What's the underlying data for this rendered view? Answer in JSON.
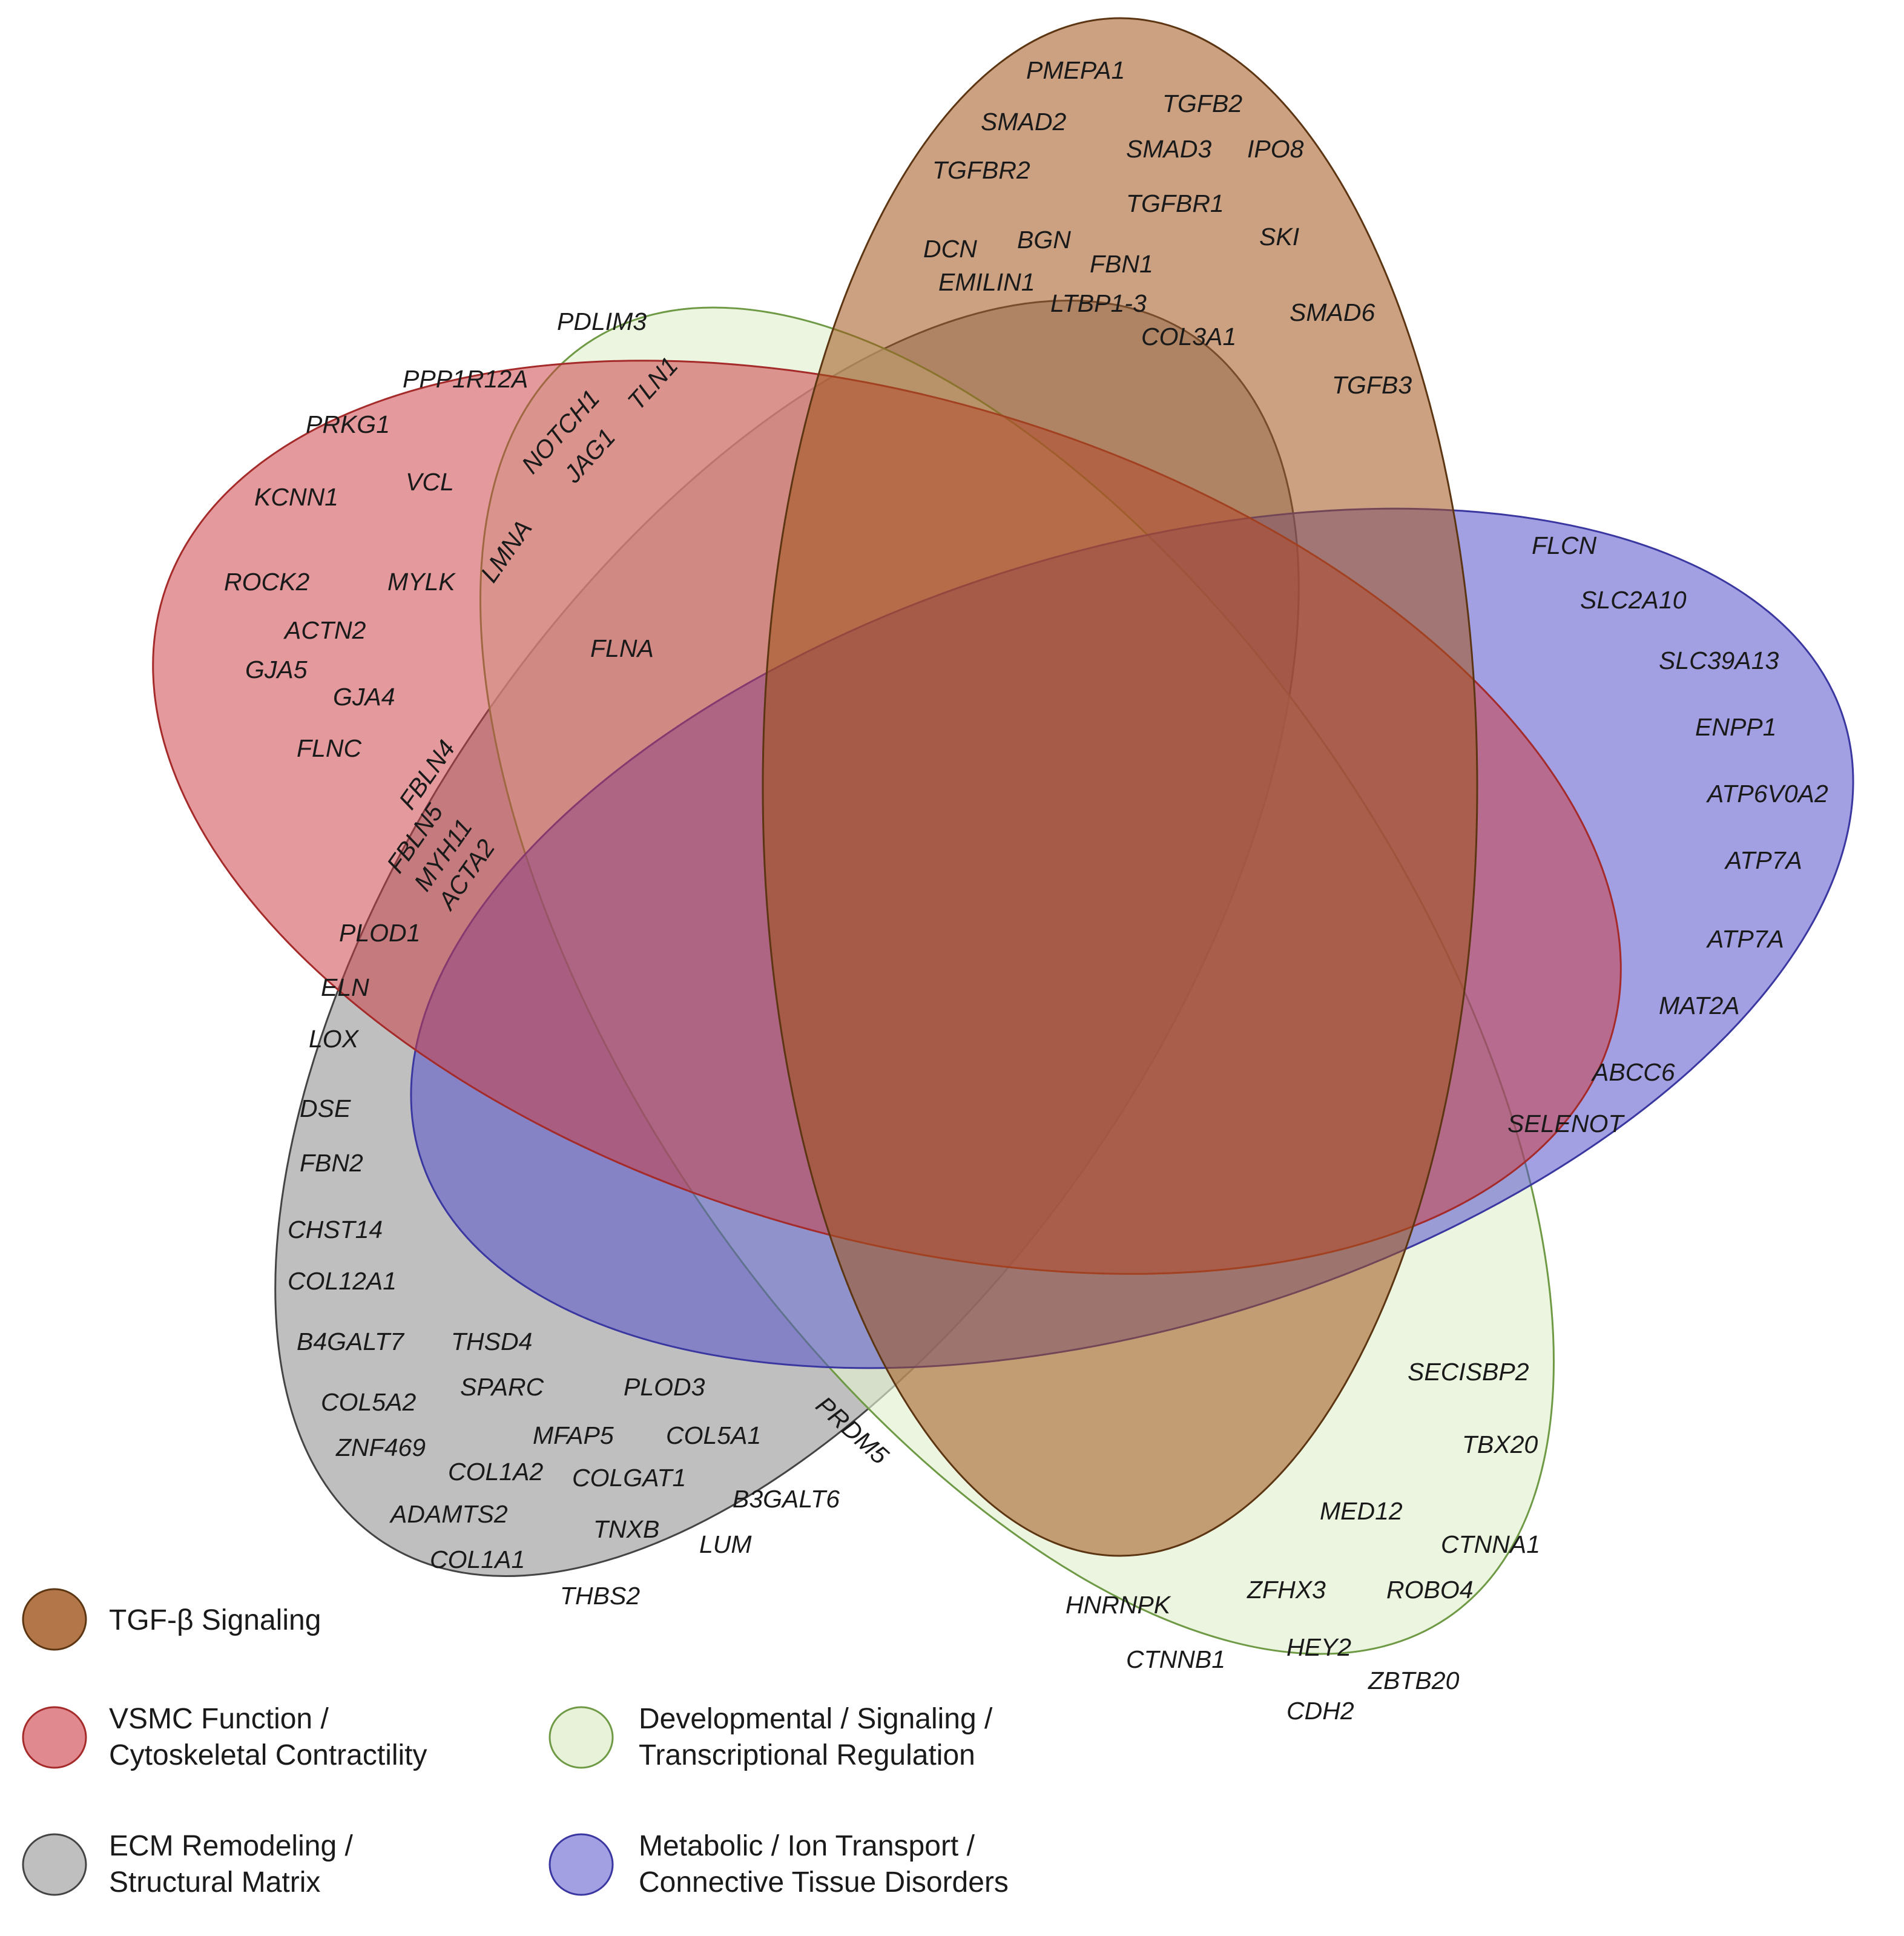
{
  "colors": {
    "tgf": "#a0541a",
    "vsmc": "#cc3b42",
    "ecm": "#8a8a8a",
    "dev": "#e2efd0",
    "metabolic": "#5552cc"
  },
  "legend": {
    "tgf": {
      "line1": "TGF-β Signaling",
      "line2": ""
    },
    "vsmc": {
      "line1": "VSMC Function /",
      "line2": "Cytoskeletal Contractility"
    },
    "ecm": {
      "line1": "ECM Remodeling /",
      "line2": "Structural Matrix"
    },
    "dev": {
      "line1": "Developmental / Signaling /",
      "line2": "Transcriptional Regulation"
    },
    "metabolic": {
      "line1": "Metabolic / Ion Transport /",
      "line2": "Connective Tissue Disorders"
    }
  },
  "genes": {
    "tgf_only": [
      "PMEPA1",
      "TGFB2",
      "SMAD2",
      "SMAD3",
      "IPO8",
      "TGFBR2",
      "TGFBR1",
      "SKI",
      "SMAD6",
      "TGFB3"
    ],
    "tgf_ecm": [
      "DCN",
      "BGN",
      "EMILIN1",
      "FBN1",
      "LTBP1-3",
      "COL3A1"
    ],
    "vsmc_only": [
      "PDLIM3",
      "PPP1R12A",
      "PRKG1",
      "KCNN1",
      "VCL",
      "ROCK2",
      "MYLK",
      "ACTN2",
      "GJA5",
      "GJA4",
      "FLNC"
    ],
    "vsmc_dev": [
      "NOTCH1",
      "JAG1",
      "TLN1",
      "LMNA"
    ],
    "vsmc_dev_ecm": [
      "FLNA"
    ],
    "vsmc_ecm": [
      "FBLN4",
      "FBLN5",
      "MYH11",
      "ACTA2"
    ],
    "metabolic_only": [
      "FLCN",
      "SLC2A10",
      "SLC39A13",
      "ENPP1",
      "ATP6V0A2",
      "ATP7A",
      "ATP7A",
      "MAT2A",
      "ABCC6",
      "SELENOT"
    ],
    "ecm_only": [
      "PLOD1",
      "ELN",
      "LOX",
      "DSE",
      "FBN2",
      "CHST14",
      "COL12A1",
      "B4GALT7",
      "THSD4",
      "SPARC",
      "PLOD3",
      "COL5A2",
      "ZNF469",
      "MFAP5",
      "COL5A1",
      "COL1A2",
      "COLGAT1",
      "B3GALT6",
      "ADAMTS2",
      "TNXB",
      "LUM",
      "COL1A1",
      "THBS2"
    ],
    "ecm_dev": [
      "PRDM5"
    ],
    "dev_only": [
      "SECISBP2",
      "TBX20",
      "MED12",
      "CTNNA1",
      "HNRNPK",
      "ZFHX3",
      "ROBO4",
      "CTNNB1",
      "HEY2",
      "ZBTB20",
      "CDH2"
    ]
  }
}
